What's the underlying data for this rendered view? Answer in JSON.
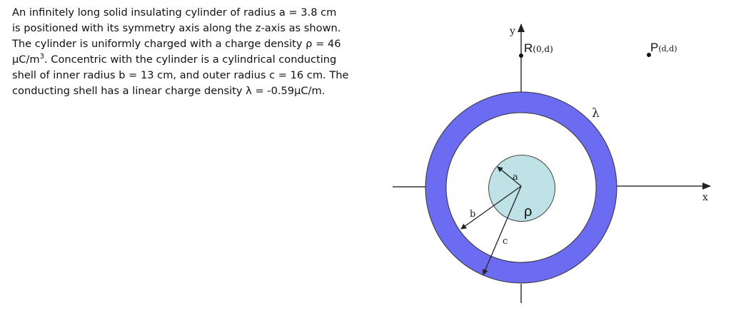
{
  "problem": {
    "lines": [
      "An infinitely long solid insulating cylinder of radius a = 3.8 cm",
      "is positioned with its symmetry axis along the z-axis as shown.",
      "The cylinder is uniformly charged with a charge density ρ = 46",
      "μC/m",
      "3",
      ". Concentric with the cylinder is a cylindrical conducting",
      "shell of inner radius b = 13 cm, and outer radius c = 16 cm. The",
      "conducting shell has a linear charge density λ = -0.59μC/m."
    ]
  },
  "diagram": {
    "y_axis_label": "y",
    "x_axis_label": "x",
    "point_R_letter": "R",
    "point_R_coords": "(0,d)",
    "point_P_letter": "P",
    "point_P_coords": "(d,d)",
    "lambda_label": "λ",
    "rho_label": "ρ",
    "radius_a_label": "a",
    "radius_b_label": "b",
    "radius_c_label": "c",
    "colors": {
      "shell": "#6b6cf2",
      "cylinder": "#bfe2e6",
      "lines": "#222222"
    }
  }
}
